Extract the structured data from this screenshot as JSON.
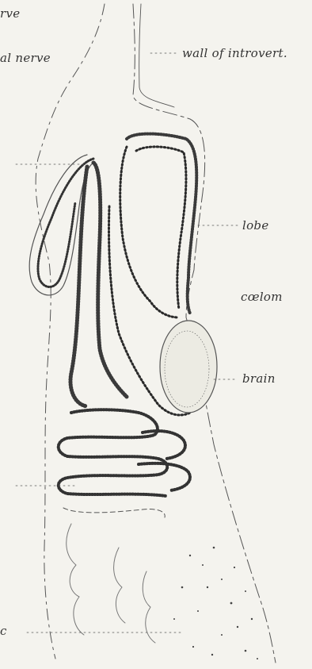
{
  "labels": {
    "nerve": "rve",
    "al_nerve": "al nerve",
    "wall_of_introvert": "wall of introvert.",
    "lobe": "lobe",
    "coelom": "cœlom",
    "brain": "brain",
    "c": "c"
  },
  "colors": {
    "paper": "#f4f3ee",
    "ink": "#4a4a4a",
    "faint_ink": "#888888"
  }
}
